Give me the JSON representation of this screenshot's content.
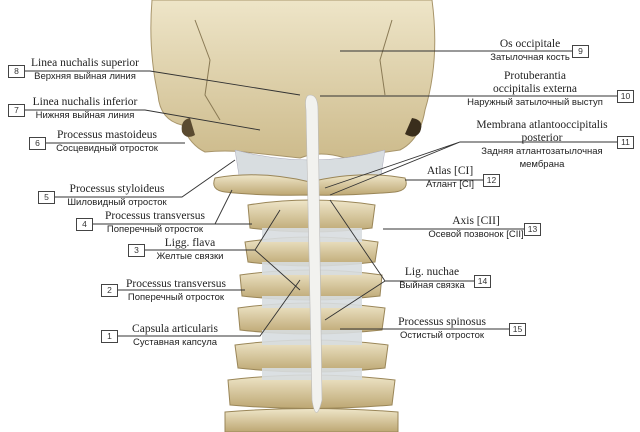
{
  "labels": [
    {
      "n": "1",
      "latin": "Capsula articularis",
      "russian": "Суставная капсула"
    },
    {
      "n": "2",
      "latin": "Processus transversus",
      "russian": "Поперечный отросток"
    },
    {
      "n": "3",
      "latin": "Ligg. flava",
      "russian": "Желтые связки"
    },
    {
      "n": "4",
      "latin": "Processus transversus",
      "russian": "Поперечный отросток"
    },
    {
      "n": "5",
      "latin": "Processus styloideus",
      "russian": "Шиловидный отросток"
    },
    {
      "n": "6",
      "latin": "Processus mastoideus",
      "russian": "Сосцевидный отросток"
    },
    {
      "n": "7",
      "latin": "Linea nuchalis inferior",
      "russian": "Нижняя выйная линия"
    },
    {
      "n": "8",
      "latin": "Linea nuchalis superior",
      "russian": "Верхняя выйная линия"
    },
    {
      "n": "9",
      "latin": "Os occipitale",
      "russian": "Затылочная кость"
    },
    {
      "n": "10",
      "latin": "Protuberantia occipitalis externa",
      "latin1": "Protuberantia",
      "latin2": "occipitalis externa",
      "russian": "Наружный затылочный выступ"
    },
    {
      "n": "11",
      "latin": "Membrana atlantooccipitalis posterior",
      "latin1": "Membrana atlantooccipitalis",
      "latin2": "posterior",
      "russian": "Задняя атлантозатылочная мембрана",
      "russian1": "Задняя атлантозатылочная",
      "russian2": "мембрана"
    },
    {
      "n": "12",
      "latin": "Atlas [CI]",
      "russian": "Атлант [CI]"
    },
    {
      "n": "13",
      "latin": "Axis [CII]",
      "russian": "Осевой позвонок [CII]"
    },
    {
      "n": "14",
      "latin": "Lig. nuchae",
      "russian": "Выйная связка"
    },
    {
      "n": "15",
      "latin": "Processus spinosus",
      "russian": "Остистый отросток"
    }
  ],
  "colors": {
    "bone": "#e6d9b4",
    "bone_shadow": "#b8a57a",
    "ligament": "#dfe3e6",
    "line": "#333333"
  }
}
